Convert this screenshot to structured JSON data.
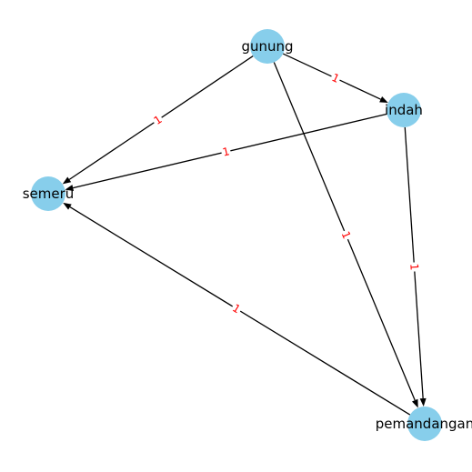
{
  "graph": {
    "nodes": [
      {
        "id": "gunung",
        "label": "gunung"
      },
      {
        "id": "indah",
        "label": "indah"
      },
      {
        "id": "semeru",
        "label": "semeru"
      },
      {
        "id": "pemandangan",
        "label": "pemandangan"
      }
    ],
    "edges": [
      {
        "from": "gunung",
        "to": "indah",
        "label": "1"
      },
      {
        "from": "gunung",
        "to": "semeru",
        "label": "1"
      },
      {
        "from": "gunung",
        "to": "pemandangan",
        "label": "1"
      },
      {
        "from": "indah",
        "to": "semeru",
        "label": "1"
      },
      {
        "from": "indah",
        "to": "pemandangan",
        "label": "1"
      },
      {
        "from": "pemandangan",
        "to": "semeru",
        "label": "1"
      }
    ],
    "colors": {
      "node_fill": "#87ceeb",
      "edge_stroke": "#000000",
      "edge_label": "#ff0000"
    }
  }
}
